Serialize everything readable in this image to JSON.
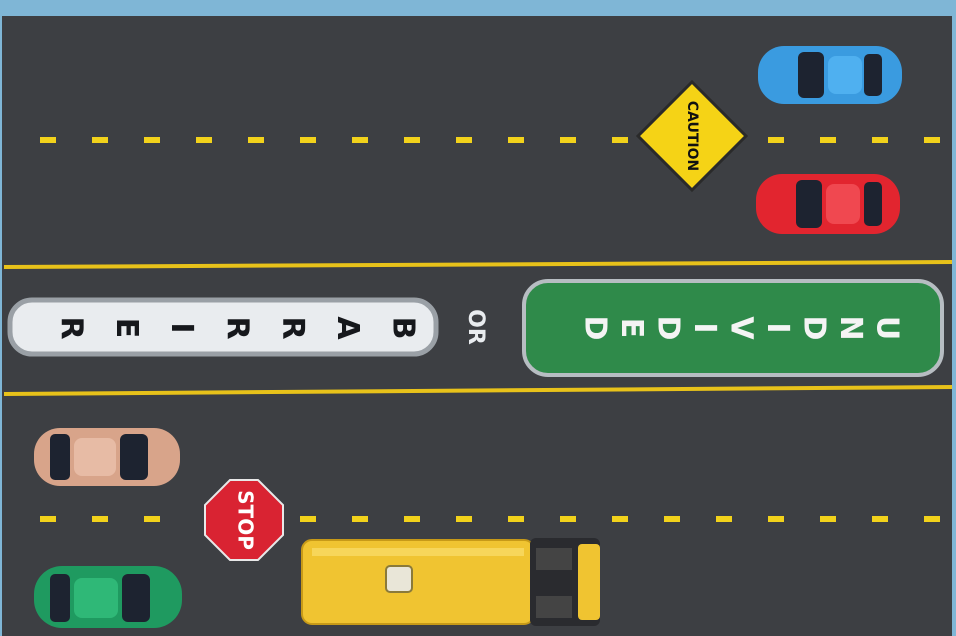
{
  "scene": {
    "colors": {
      "sky_frame": "#7fb6d6",
      "road": "#3d3f43",
      "lane_dash": "#f2d21b",
      "solid_line": "#e8c21a",
      "barrier_sign": "#e9ecef",
      "undivided_sign": "#2f8a4a",
      "caution_sign": "#f5d316",
      "stop_sign": "#d92332",
      "bus": "#f0c431"
    },
    "signs": {
      "caution": "CAUTION",
      "stop": "STOP",
      "or": "OR",
      "barrier_letters": [
        "B",
        "A",
        "R",
        "R",
        "I",
        "E",
        "R"
      ],
      "undivided_letters": [
        "U",
        "N",
        "D",
        "I",
        "V",
        "I",
        "D",
        "E",
        "D"
      ]
    },
    "cars": [
      {
        "name": "blue-car",
        "color": "#3a9be0",
        "facing": "right"
      },
      {
        "name": "red-car",
        "color": "#e2252f",
        "facing": "right"
      },
      {
        "name": "tan-car",
        "color": "#d8a48a",
        "facing": "left"
      },
      {
        "name": "green-car",
        "color": "#1f9a60",
        "facing": "left"
      }
    ],
    "vehicles": [
      {
        "name": "school-bus",
        "color": "#f0c431"
      }
    ]
  }
}
